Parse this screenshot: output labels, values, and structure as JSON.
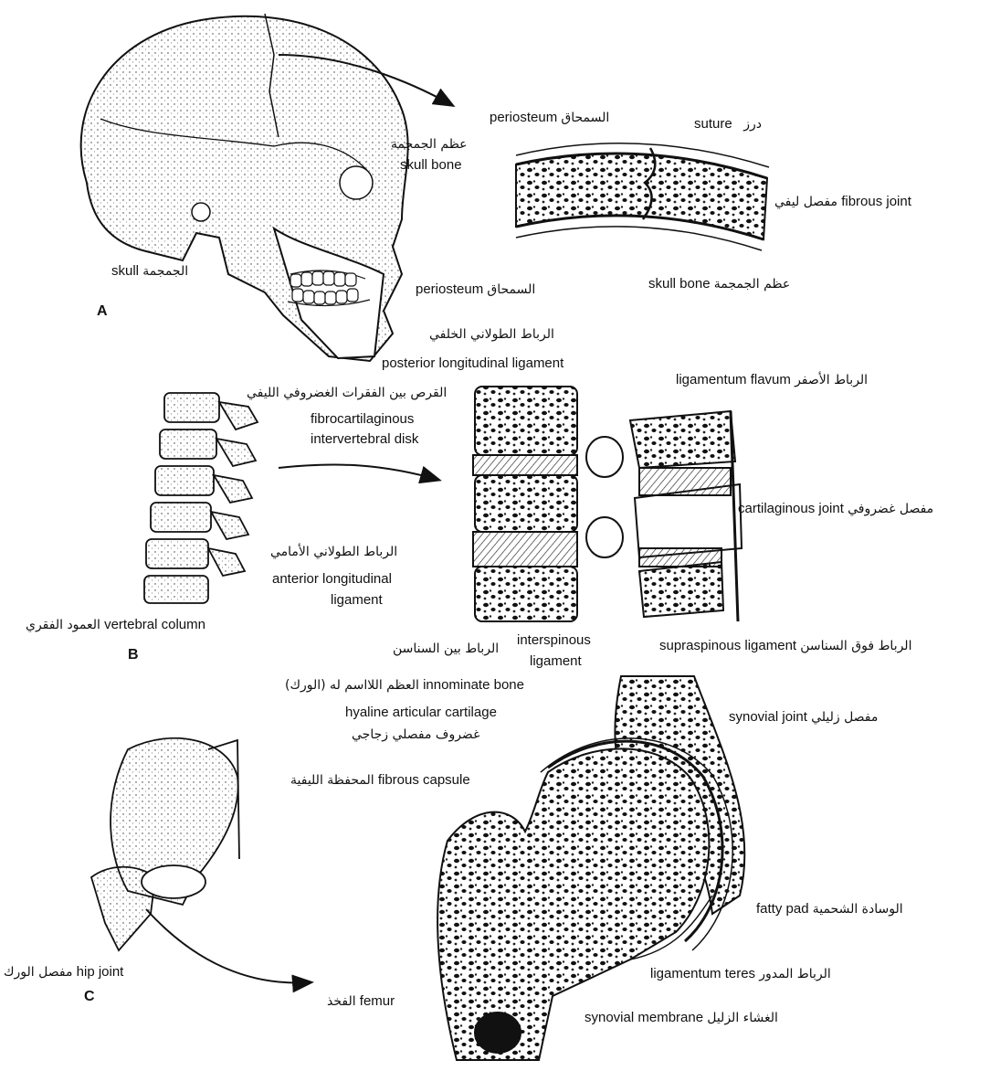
{
  "panels": {
    "a": {
      "letter": "A",
      "skull": {
        "en": "skull",
        "ar": "الجمجمة"
      },
      "skull_bone_top": {
        "en": "skull bone",
        "ar": "عظم الجمجمة"
      },
      "periosteum_top": {
        "en": "periosteum",
        "ar": "السمحاق"
      },
      "suture": {
        "en": "suture",
        "ar": "درز"
      },
      "fibrous_joint": {
        "en": "fibrous joint",
        "ar": "مفصل ليفي"
      },
      "periosteum_bottom": {
        "en": "periosteum",
        "ar": "السمحاق"
      },
      "skull_bone_bottom": {
        "en": "skull bone",
        "ar": "عظم الجمجمة"
      }
    },
    "b": {
      "letter": "B",
      "posterior_ligament": {
        "en": "posterior longitudinal ligament",
        "ar": "الرباط الطولاني الخلفي"
      },
      "disk": {
        "en_line1": "fibrocartilaginous",
        "en_line2": "intervertebral disk",
        "ar": "القرص بين الفقرات الغضروفي الليفي"
      },
      "ligamentum_flavum": {
        "en": "ligamentum flavum",
        "ar": "الرباط الأصفر"
      },
      "cartilaginous_joint": {
        "en": "cartilaginous joint",
        "ar": "مفصل غضروفي"
      },
      "anterior_ligament": {
        "en_line1": "anterior longitudinal",
        "en_line2": "ligament",
        "ar": "الرباط الطولاني الأمامي"
      },
      "vertebral_column": {
        "en": "vertebral column",
        "ar": "العمود الفقري"
      },
      "interspinous": {
        "en_line1": "interspinous",
        "en_line2": "ligament",
        "ar": "الرباط بين السناسن"
      },
      "supraspinous": {
        "en": "supraspinous ligament",
        "ar": "الرباط فوق السناسن"
      }
    },
    "c": {
      "letter": "C",
      "innominate": {
        "en": "innominate bone",
        "ar": "العظم اللااسم له (الورك)"
      },
      "hyaline": {
        "en": "hyaline articular cartilage",
        "ar": "غضروف مفصلي زجاجي"
      },
      "synovial_joint": {
        "en": "synovial joint",
        "ar": "مفصل زليلي"
      },
      "fibrous_capsule": {
        "en": "fibrous capsule",
        "ar": "المحفظة الليفية"
      },
      "fatty_pad": {
        "en": "fatty pad",
        "ar": "الوسادة الشحمية"
      },
      "hip_joint": {
        "en": "hip joint",
        "ar": "مفصل الورك"
      },
      "ligamentum_teres": {
        "en": "ligamentum teres",
        "ar": "الرباط المدور"
      },
      "femur": {
        "en": "femur",
        "ar": "الفخذ"
      },
      "synovial_membrane": {
        "en": "synovial membrane",
        "ar": "الغشاء الزليل"
      }
    }
  }
}
